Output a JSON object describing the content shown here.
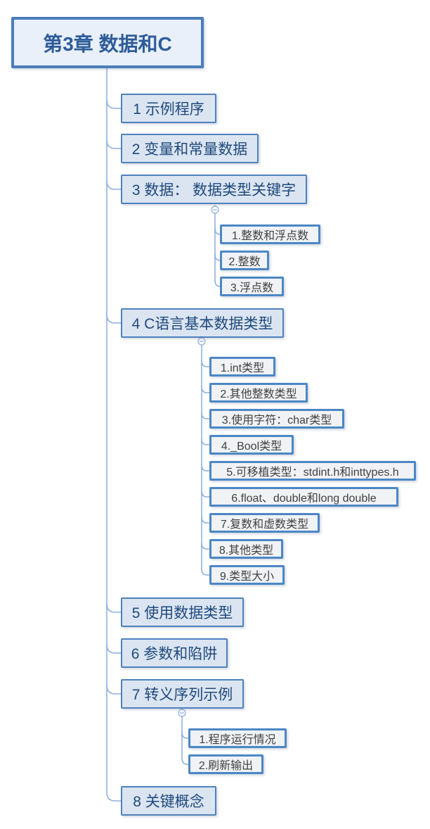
{
  "map": {
    "root": {
      "label": "第3章 数据和C"
    },
    "topics": [
      {
        "label": "1 示例程序",
        "children": []
      },
      {
        "label": "2 变量和常量数据",
        "children": []
      },
      {
        "label": "3 数据： 数据类型关键字",
        "children": [
          {
            "label": "1.整数和浮点数"
          },
          {
            "label": "2.整数"
          },
          {
            "label": "3.浮点数"
          }
        ]
      },
      {
        "label": "4 C语言基本数据类型",
        "children": [
          {
            "label": "1.int类型"
          },
          {
            "label": "2.其他整数类型"
          },
          {
            "label": "3.使用字符：char类型"
          },
          {
            "label": "4._Bool类型"
          },
          {
            "label": "5.可移植类型：stdint.h和inttypes.h"
          },
          {
            "label": "6.float、double和long double"
          },
          {
            "label": "7.复数和虚数类型"
          },
          {
            "label": "8.其他类型"
          },
          {
            "label": "9.类型大小"
          }
        ]
      },
      {
        "label": "5 使用数据类型",
        "children": []
      },
      {
        "label": "6 参数和陷阱",
        "children": []
      },
      {
        "label": "7 转义序列示例",
        "children": [
          {
            "label": "1.程序运行情况"
          },
          {
            "label": "2.刷新输出"
          }
        ]
      },
      {
        "label": "8 关键概念",
        "children": []
      }
    ],
    "collapse_toggle_state": "expanded",
    "collapse_icon": "minus-in-circle"
  },
  "colors": {
    "root_border": "#4a7ebb",
    "root_fill": "#e9f0f9",
    "root_text": "#2e5c99",
    "branch_border": "#4f81bd",
    "branch_fill": "#dbe5f1",
    "branch_text": "#1f497d",
    "leaf_border": "#4c87c5",
    "leaf_fill": "#f0f2f5",
    "leaf_text": "#404040",
    "connector": "#8aadde",
    "background": "#ffffff"
  }
}
